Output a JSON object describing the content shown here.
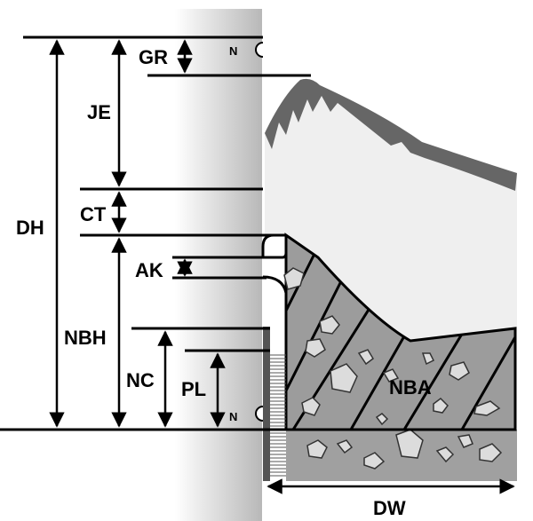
{
  "labels": {
    "gr": "GR",
    "je": "JE",
    "ct": "CT",
    "dh": "DH",
    "ak": "AK",
    "nbh": "NBH",
    "nc": "NC",
    "pl": "PL",
    "nba": "NBA",
    "dw": "DW",
    "notch_top": "N",
    "notch_bottom": "N"
  },
  "colors": {
    "gingiva_fill": "#efefef",
    "gingiva_edge": "#666666",
    "bone_fill": "#9c9c9c",
    "bone_base": "#a0a0a0",
    "particle": "#dcdcdc",
    "tooth_dark": "#c4c4c4",
    "tooth_light": "#ffffff"
  }
}
